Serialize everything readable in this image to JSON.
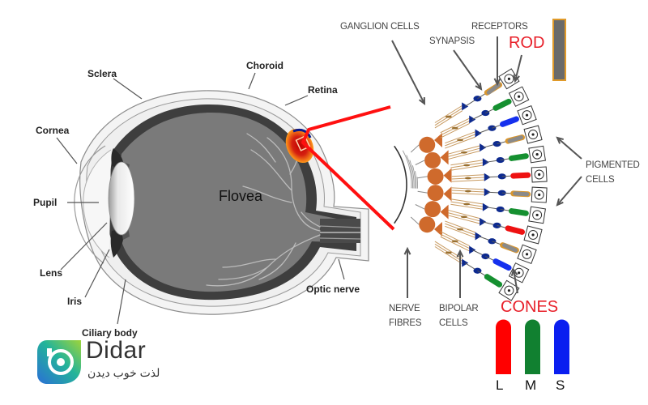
{
  "eye_labels": {
    "sclera": "Sclera",
    "choroid": "Choroid",
    "retina": "Retina",
    "cornea": "Cornea",
    "pupil": "Pupil",
    "lens": "Lens",
    "iris": "Iris",
    "ciliary_body": "Ciliary body",
    "optic_nerve": "Optic nerve",
    "fovea": "Flovea"
  },
  "retina_labels": {
    "ganglion_cells": "GANGLION CELLS",
    "synapsis": "SYNAPSIS",
    "receptors": "RECEPTORS",
    "rod": "ROD",
    "pigmented_line1": "PIGMENTED",
    "pigmented_line2": "CELLS",
    "nerve_line1": "NERVE",
    "nerve_line2": "FIBRES",
    "bipolar_line1": "BIPOLAR",
    "bipolar_line2": "CELLS",
    "cones": "CONES"
  },
  "cones_legend": [
    {
      "letter": "L",
      "color": "#ff0000"
    },
    {
      "letter": "M",
      "color": "#118030"
    },
    {
      "letter": "S",
      "color": "#0a1ef0"
    }
  ],
  "receptor_sequence": [
    "rod",
    "M",
    "S",
    "rod",
    "M",
    "L",
    "rod",
    "M",
    "L",
    "rod",
    "S",
    "M"
  ],
  "colors": {
    "rod": "#8a8a8a",
    "rod_border": "#d9962e",
    "L": "#ee1111",
    "M": "#159030",
    "S": "#1530ee",
    "ganglion": "#cf6a2c",
    "synapse": "#0d2a8f",
    "zoom_lines": "#ff1010",
    "label_red": "#e8202a"
  },
  "logo": {
    "name": "Didar",
    "tagline": "لذت خوب دیدن"
  }
}
